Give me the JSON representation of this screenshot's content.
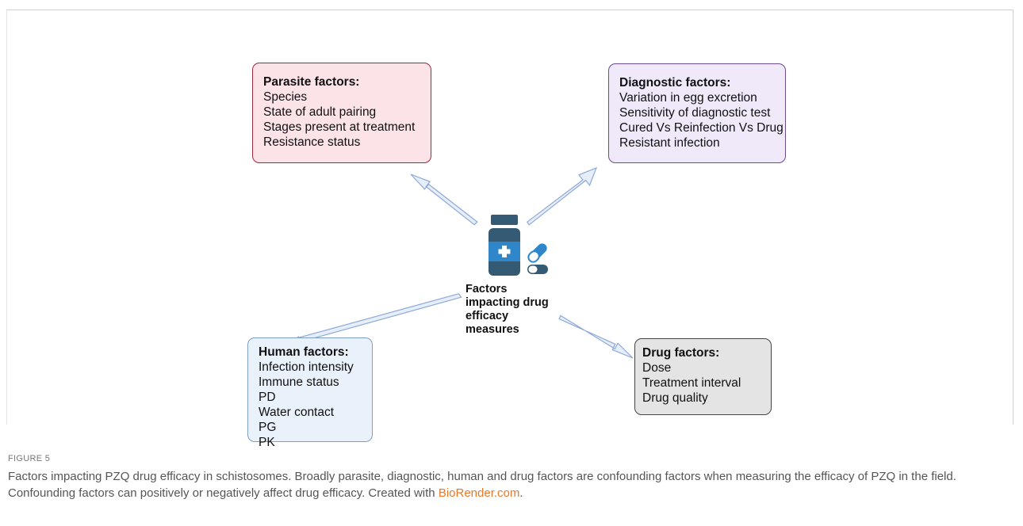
{
  "diagram": {
    "center_label": [
      "Factors",
      "impacting drug",
      "efficacy",
      "measures"
    ],
    "parasite": {
      "title": "Parasite factors:",
      "items": [
        "Species",
        "State of adult pairing",
        "Stages present at treatment",
        "Resistance status"
      ]
    },
    "diagnostic": {
      "title": "Diagnostic factors:",
      "items": [
        "Variation in egg excretion",
        "Sensitivity of diagnostic test",
        "Cured Vs Reinfection Vs Drug",
        "Resistant infection"
      ]
    },
    "human": {
      "title": "Human factors:",
      "items": [
        "Infection intensity",
        "Immune status",
        "PD",
        "Water contact",
        "PG",
        "PK"
      ]
    },
    "drug": {
      "title": "Drug factors:",
      "items": [
        "Dose",
        "Treatment interval",
        "Drug quality"
      ]
    },
    "colors": {
      "parasite_fill": "#fbe3e8",
      "parasite_border": "#9a2a3c",
      "diagnostic_fill": "#efe9fa",
      "diagnostic_border": "#6a4c92",
      "human_fill": "#e9f1fb",
      "human_border": "#7f9fc4",
      "drug_fill": "#e4e4e4",
      "drug_border": "#444444",
      "arrow_fill": "#e6eefa",
      "arrow_stroke": "#8ea9d6",
      "icon_dark": "#355a73",
      "icon_blue": "#2f86c9"
    },
    "icons": [
      "medicine-bottle-icon",
      "capsule-icon",
      "pill-icon"
    ]
  },
  "caption": {
    "figure_label": "FIGURE 5",
    "text": "Factors impacting PZQ drug efficacy in schistosomes. Broadly parasite, diagnostic, human and drug factors are confounding factors when measuring the efficacy of PZQ in the field. Confounding factors can positively or negatively affect drug efficacy. Created with ",
    "link_text": "BioRender.com",
    "end": "."
  }
}
